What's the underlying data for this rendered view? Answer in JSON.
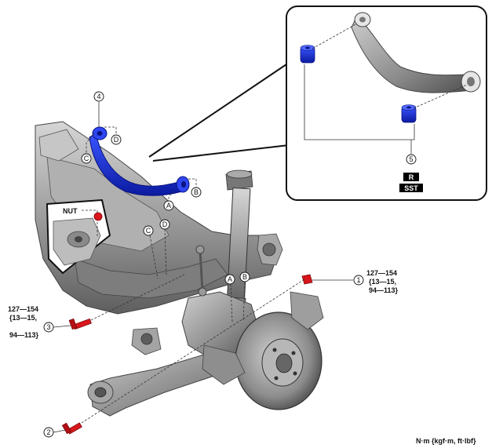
{
  "callouts": {
    "n1": "1",
    "n2": "2",
    "n3": "3",
    "n4": "4",
    "n5": "5"
  },
  "letters": {
    "a": "A",
    "b": "B",
    "c": "C",
    "d": "D"
  },
  "nut_label": "NUT",
  "torque_1": [
    "127—154",
    "{13—15,",
    "94—113}"
  ],
  "torque_3": [
    "127—154",
    "{13—15,",
    "94—113}"
  ],
  "badge_r": "R",
  "badge_sst": "SST",
  "units": "N·m {kgf·m, ft·lbf}",
  "colors": {
    "part_blue": "#1a2fd6",
    "bolt_red": "#d8161b",
    "metal": "#9a9a9a",
    "metal_dark": "#5a5a5a",
    "badge_bg": "#000000"
  }
}
